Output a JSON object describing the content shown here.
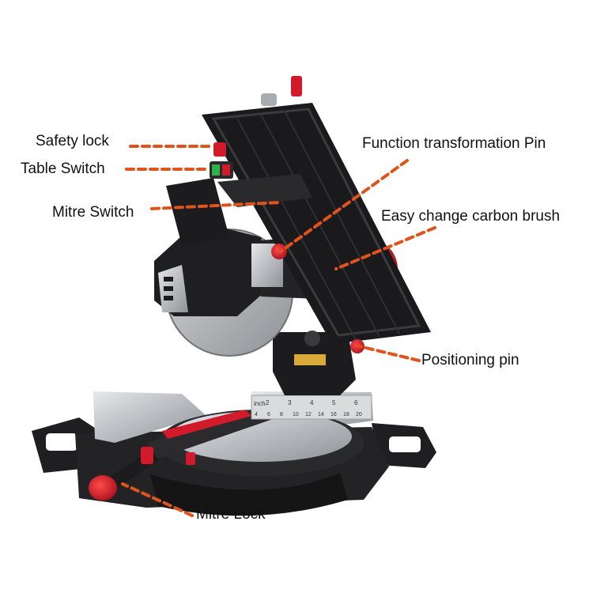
{
  "colors": {
    "leader_line": "#e0541c",
    "saw_body": "#1c1c1e",
    "accent_red": "#d11a2a",
    "metal": "#c9cbce",
    "blade": "#b8bbbf",
    "background": "#ffffff"
  },
  "labels": {
    "safety_lock": "Safety lock",
    "table_switch": "Table Switch",
    "mitre_switch": "Mitre Switch",
    "function_pin": "Function transformation Pin",
    "carbon_brush": "Easy change carbon brush",
    "positioning_pin": "Positioning pin",
    "mitre_lock": "Mitre Lock"
  },
  "ruler": {
    "unit_label": "inch",
    "top_ticks": [
      "2",
      "3",
      "4",
      "5",
      "6"
    ],
    "bottom_ticks": [
      "4",
      "6",
      "8",
      "10",
      "12",
      "14",
      "16",
      "18",
      "20"
    ]
  },
  "product": {
    "icons": [
      "saw-table-icon",
      "switch-icon",
      "carbon-brush-cap-icon"
    ]
  }
}
